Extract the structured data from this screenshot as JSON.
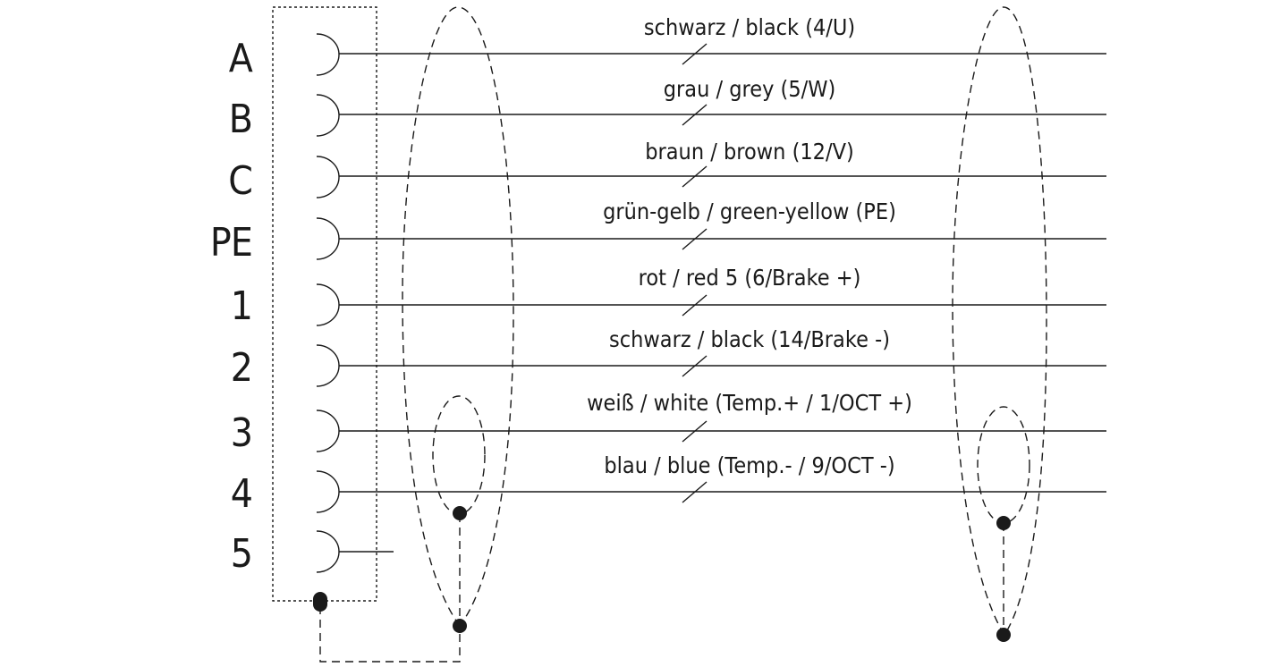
{
  "pins": [
    {
      "label": "A"
    },
    {
      "label": "B"
    },
    {
      "label": "C"
    },
    {
      "label": "PE"
    },
    {
      "label": "1"
    },
    {
      "label": "2"
    },
    {
      "label": "3"
    },
    {
      "label": "4"
    },
    {
      "label": "5"
    }
  ],
  "wires": [
    {
      "label": "schwarz  / black (4/U)"
    },
    {
      "label": "grau / grey (5/W)"
    },
    {
      "label": "braun / brown (12/V)"
    },
    {
      "label": "grün-gelb / green-yellow (PE)"
    },
    {
      "label": "rot / red 5 (6/Brake +)"
    },
    {
      "label": "schwarz / black (14/Brake -)"
    },
    {
      "label": "weiß / white (Temp.+ / 1/OCT +)"
    },
    {
      "label": "blau / blue (Temp.- / 9/OCT -)"
    }
  ],
  "colors": {
    "line": "#1a1a1a",
    "background": "#ffffff"
  }
}
